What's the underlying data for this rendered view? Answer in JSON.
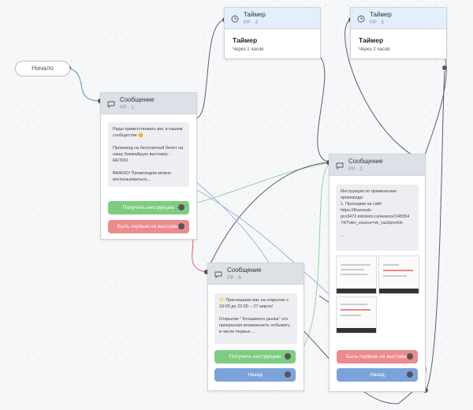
{
  "start_label": "Начало",
  "nodes": {
    "message1": {
      "title": "Сообщение",
      "sub": "PP · 1",
      "text": "Рады приветствовать вас в нашем сообществе 😊\n\nПромокод на бесплатный билет на нашу ближайшую выставку - RETRO\n\nВАЖНО! Промокодом можно воспользоваться...",
      "buttons": [
        "Получить инструкцию",
        "Быть первым на выставке"
      ]
    },
    "timer3": {
      "title": "Таймер",
      "sub": "PP · 3",
      "body_title": "Таймер",
      "body_sub": "Через 1 часов"
    },
    "timer5": {
      "title": "Таймер",
      "sub": "PP · 5",
      "body_title": "Таймер",
      "body_sub": "Через 2 часов"
    },
    "message2": {
      "title": "Сообщение",
      "sub": "PP · 2",
      "text": "Инструкция по применению промокода:\n1. Проходим на сайт https://tframeab-pro3472.intickets.ru/seance/145554 74/?utm_source=vk_ras2promin\n\n...",
      "buttons": [
        "Быть первым на выставке",
        "Назад"
      ]
    },
    "message6": {
      "title": "Сообщение",
      "sub": "PP · 6",
      "text": "🌕 Приглашаем вас на открытие с 19:00 до 22:00 -- 27 марта!\n\nОткрытие \" Блошиного рынка\" это прекрасная возможность побывать в числе первых ...",
      "buttons": [
        "Получить инструкцию",
        "Назад"
      ]
    }
  },
  "icons": {
    "message": "chat-bubble-icon",
    "timer": "clock-icon"
  },
  "colors": {
    "edge": "#5a5f66",
    "edge_green": "#8fd49a",
    "edge_red": "#e06666",
    "edge_blue": "#9fb7de",
    "button_green": "#7dcc7f",
    "button_red": "#ec8a8c",
    "button_blue": "#7ba2da"
  }
}
